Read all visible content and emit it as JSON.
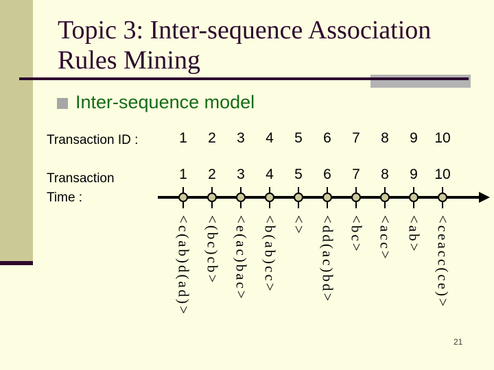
{
  "slide": {
    "title_lines": [
      "Topic 3: Inter-sequence Association",
      "Rules Mining"
    ],
    "bullet": {
      "icon": "square-bullet-icon",
      "label": "Inter-sequence model"
    },
    "page_number": "21"
  },
  "model": {
    "id_label": "Transaction ID :",
    "time_label_line1": "Transaction",
    "time_label_line2": "Time :",
    "timeline_arrow_icon": "arrow-right-icon",
    "columns": [
      {
        "id": "1",
        "time": "1",
        "sequence": "<c(ab)d(ad)>"
      },
      {
        "id": "2",
        "time": "2",
        "sequence": "<(bc)cb>"
      },
      {
        "id": "3",
        "time": "3",
        "sequence": "<e(ac)bac>"
      },
      {
        "id": "4",
        "time": "4",
        "sequence": "<b(ab)cc>"
      },
      {
        "id": "5",
        "time": "5",
        "sequence": "<>"
      },
      {
        "id": "6",
        "time": "6",
        "sequence": "<dd(ac)bd>"
      },
      {
        "id": "7",
        "time": "7",
        "sequence": "<bc>"
      },
      {
        "id": "8",
        "time": "8",
        "sequence": "<acc>"
      },
      {
        "id": "9",
        "time": "9",
        "sequence": "<ab>"
      },
      {
        "id": "10",
        "time": "10",
        "sequence": "<ceacc(ce)>"
      }
    ]
  },
  "colors": {
    "background": "#fdfde1",
    "sidebar": "#cbc996",
    "title_text": "#2d082d",
    "accent_line": "#2d082d",
    "accent_box": "#b3b3b3",
    "bullet_square": "#a6a6a6",
    "bullet_text": "#156b15",
    "timeline": "#000000",
    "node_fill": "#ccc99b"
  }
}
